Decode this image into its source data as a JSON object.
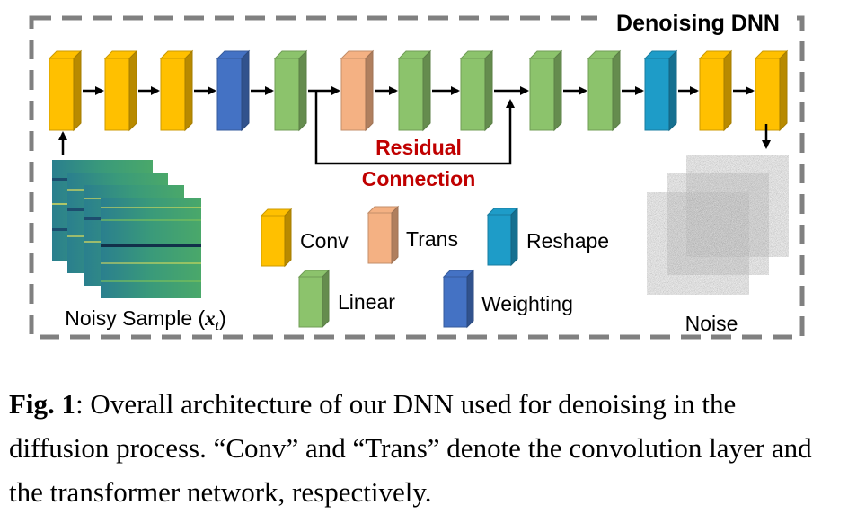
{
  "figure": {
    "title": "Denoising DNN",
    "residual_label_line1": "Residual",
    "residual_label_line2": "Connection",
    "input_label_text": "Noisy Sample (",
    "input_label_math": "x",
    "input_label_sub": "t",
    "input_label_close": ")",
    "output_label": "Noise",
    "pipeline": [
      "Conv",
      "Conv",
      "Conv",
      "Weighting",
      "Linear",
      "Trans",
      "Linear",
      "Linear",
      "Linear",
      "Linear",
      "Reshape",
      "Conv",
      "Conv"
    ],
    "legend": [
      {
        "key": "conv",
        "label": "Conv"
      },
      {
        "key": "trans",
        "label": "Trans"
      },
      {
        "key": "reshape",
        "label": "Reshape"
      },
      {
        "key": "linear",
        "label": "Linear"
      },
      {
        "key": "weighting",
        "label": "Weighting"
      }
    ],
    "colors": {
      "conv": "#FFC000",
      "trans": "#F4B183",
      "reshape": "#1E9CC8",
      "linear": "#8CC36C",
      "weighting": "#4472C4",
      "residual_text": "#C00000",
      "dashed_border": "#808080"
    }
  },
  "caption": {
    "label": "Fig. 1",
    "text": ": Overall architecture of our DNN used for denoising in the diffusion process. “Conv” and “Trans” denote the convolution layer and the transformer network, respectively."
  }
}
